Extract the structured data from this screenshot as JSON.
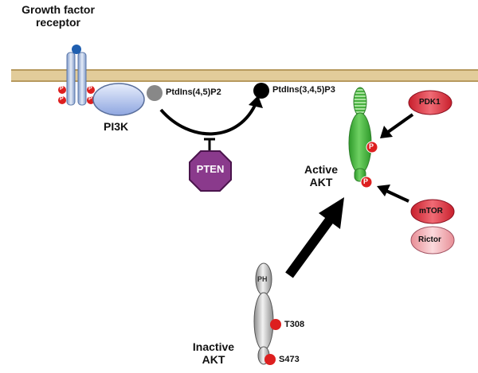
{
  "labels": {
    "receptor": [
      "Growth factor",
      "receptor"
    ],
    "pi3k": "PI3K",
    "pip2": "PtdIns(4,5)P2",
    "pip3": "PtdIns(3,4,5)P3",
    "pten": "PTEN",
    "active_akt": [
      "Active",
      "AKT"
    ],
    "inactive_akt": [
      "Inactive",
      "AKT"
    ],
    "pdk1": "PDK1",
    "mtor": "mTOR",
    "rictor": "Rictor",
    "ph": "PH",
    "t308": "T308",
    "s473": "S473",
    "phospho": "P"
  },
  "colors": {
    "membrane": "#e2cc9a",
    "membrane_edge": "#b79a5e",
    "pi3k": "#b8c8ee",
    "pten": "#8a3a8c",
    "akt_active": "#44b43c",
    "akt_inactive": "#bfbfbf",
    "phospho": "#dd1f1f",
    "kinase": "#e0394a",
    "rictor": "#f1a9ae"
  },
  "icons": [
    "membrane",
    "receptor",
    "pi3k-enzyme",
    "pip2-lipid",
    "pip3-lipid",
    "pten-octagon",
    "akt-protein",
    "phospho-marker",
    "arrow"
  ]
}
